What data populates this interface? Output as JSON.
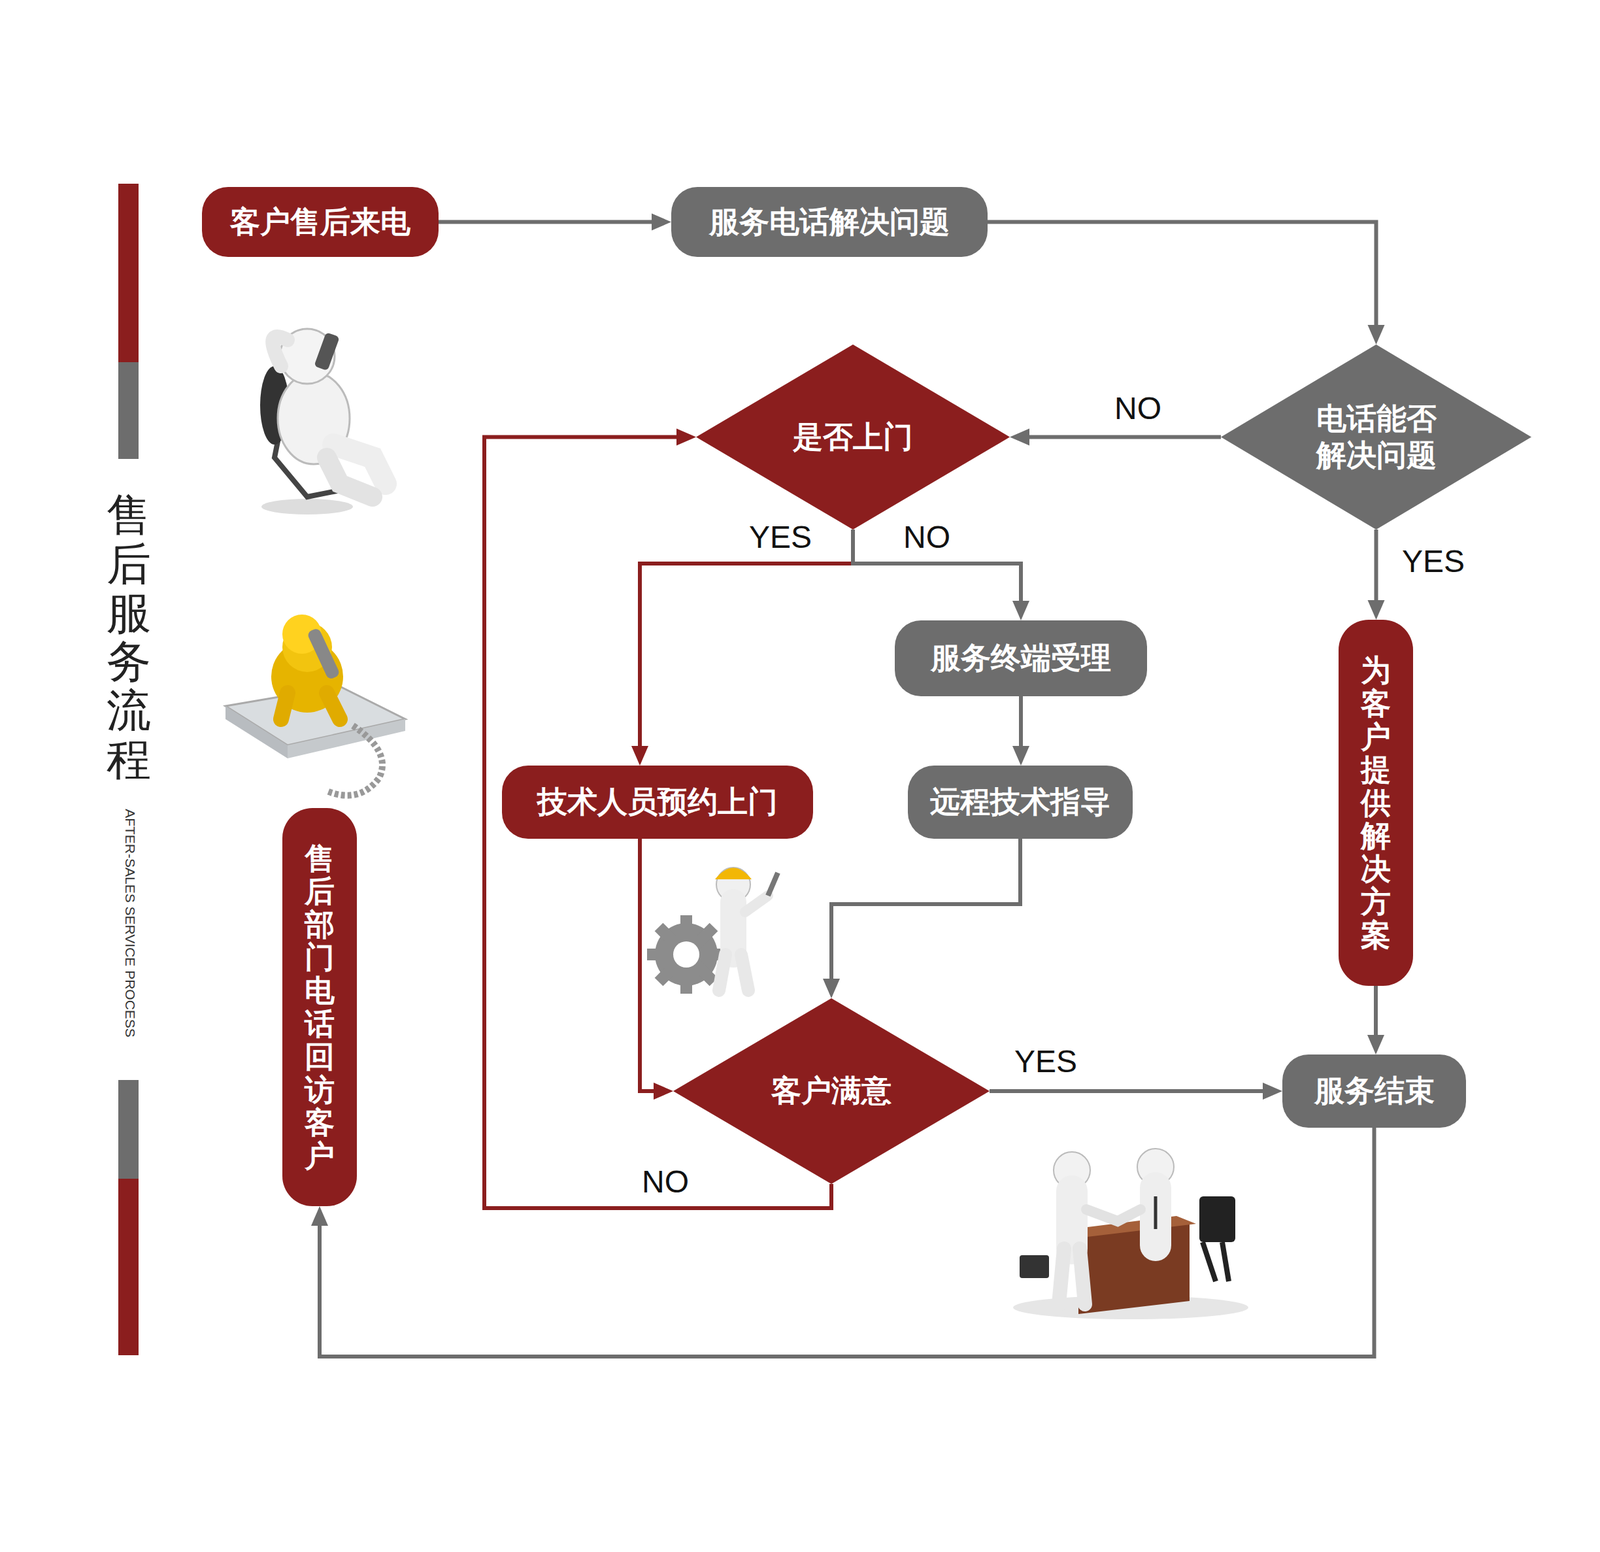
{
  "diagram": {
    "title": "售后服务流程",
    "nodes": [
      {
        "text": [
          "客户售后来电"
        ]
      },
      {
        "text": [
          "服务电话解决问题"
        ]
      },
      {
        "text": [
          "是否上门"
        ]
      },
      {
        "text": [
          "电话能否解决问题"
        ]
      },
      {
        "text": [
          "服务终端受理"
        ]
      },
      {
        "text": [
          "技术人员预约上门"
        ]
      },
      {
        "text": [
          "远程技术指导"
        ]
      },
      {
        "text": [
          "为客户提供解决方案"
        ]
      },
      {
        "text": [
          "客户满意"
        ]
      },
      {
        "text": [
          "服务结束"
        ]
      },
      {
        "text": [
          "售后部门电话回访客户"
        ]
      }
    ],
    "edges": [
      {
        "from": 0,
        "to": 1,
        "arrow": "to"
      },
      {
        "from": 1,
        "to": 3,
        "arrow": "to"
      },
      {
        "from": 3,
        "to": 2,
        "label": "NO",
        "arrow": "to"
      },
      {
        "from": 3,
        "to": 7,
        "label": "YES",
        "arrow": "to"
      },
      {
        "from": 2,
        "to": 5,
        "label": "YES",
        "arrow": "to"
      },
      {
        "from": 2,
        "to": 4,
        "label": "NO",
        "arrow": "to"
      },
      {
        "from": 4,
        "to": 6,
        "arrow": "to"
      },
      {
        "from": 6,
        "to": 8,
        "arrow": "to"
      },
      {
        "from": 5,
        "to": 8,
        "arrow": "to"
      },
      {
        "from": 8,
        "to": 9,
        "label": "YES",
        "arrow": "to"
      },
      {
        "from": 8,
        "to": 2,
        "label": "NO",
        "arrow": "to"
      },
      {
        "from": 7,
        "to": 9,
        "arrow": "to"
      },
      {
        "from": 9,
        "to": 10,
        "arrow": "to"
      }
    ],
    "labels": [
      "AFTER-SALES SERVICE PROCESS"
    ]
  }
}
